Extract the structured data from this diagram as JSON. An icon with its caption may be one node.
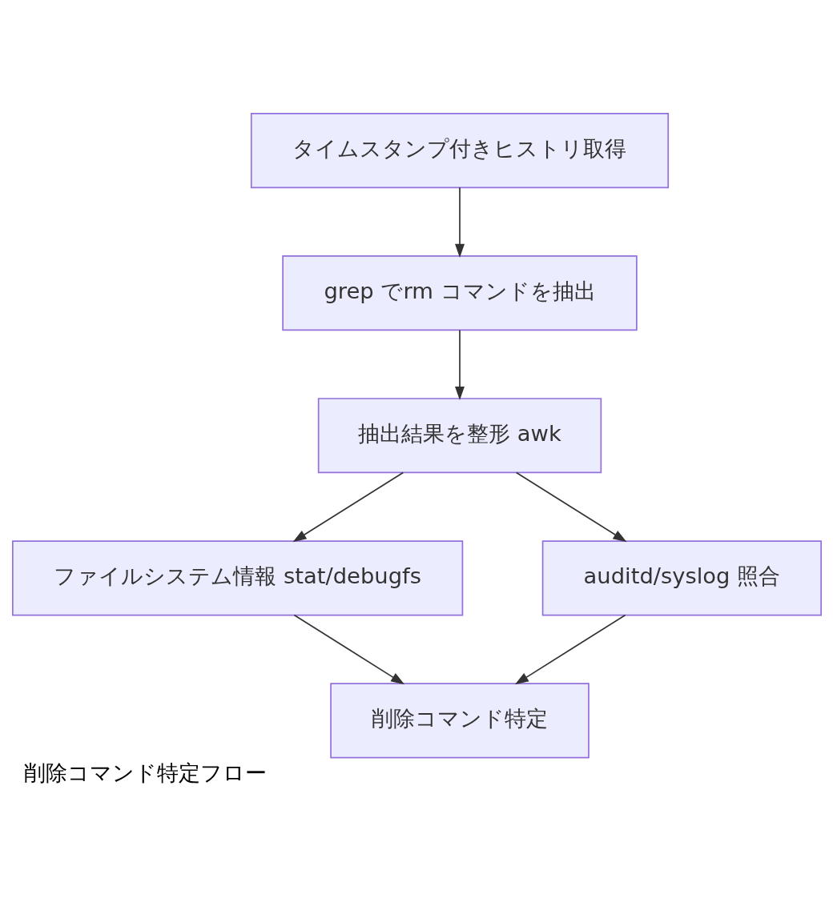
{
  "diagram": {
    "caption": "削除コマンド特定フロー",
    "nodes": [
      {
        "text": [
          "タイムスタンプ付きヒストリ取得"
        ]
      },
      {
        "text": [
          "grep でrm コマンドを抽出"
        ]
      },
      {
        "text": [
          "抽出結果を整形 awk"
        ]
      },
      {
        "text": [
          "ファイルシステム情報 stat/debugfs"
        ]
      },
      {
        "text": [
          "auditd/syslog 照合"
        ]
      },
      {
        "text": [
          "削除コマンド特定"
        ]
      }
    ],
    "edges": [
      {
        "from": 0,
        "to": 1,
        "arrow": "to"
      },
      {
        "from": 1,
        "to": 2,
        "arrow": "to"
      },
      {
        "from": 2,
        "to": 3,
        "arrow": "to"
      },
      {
        "from": 2,
        "to": 4,
        "arrow": "to"
      },
      {
        "from": 3,
        "to": 5,
        "arrow": "to"
      },
      {
        "from": 4,
        "to": 5,
        "arrow": "to"
      }
    ]
  }
}
